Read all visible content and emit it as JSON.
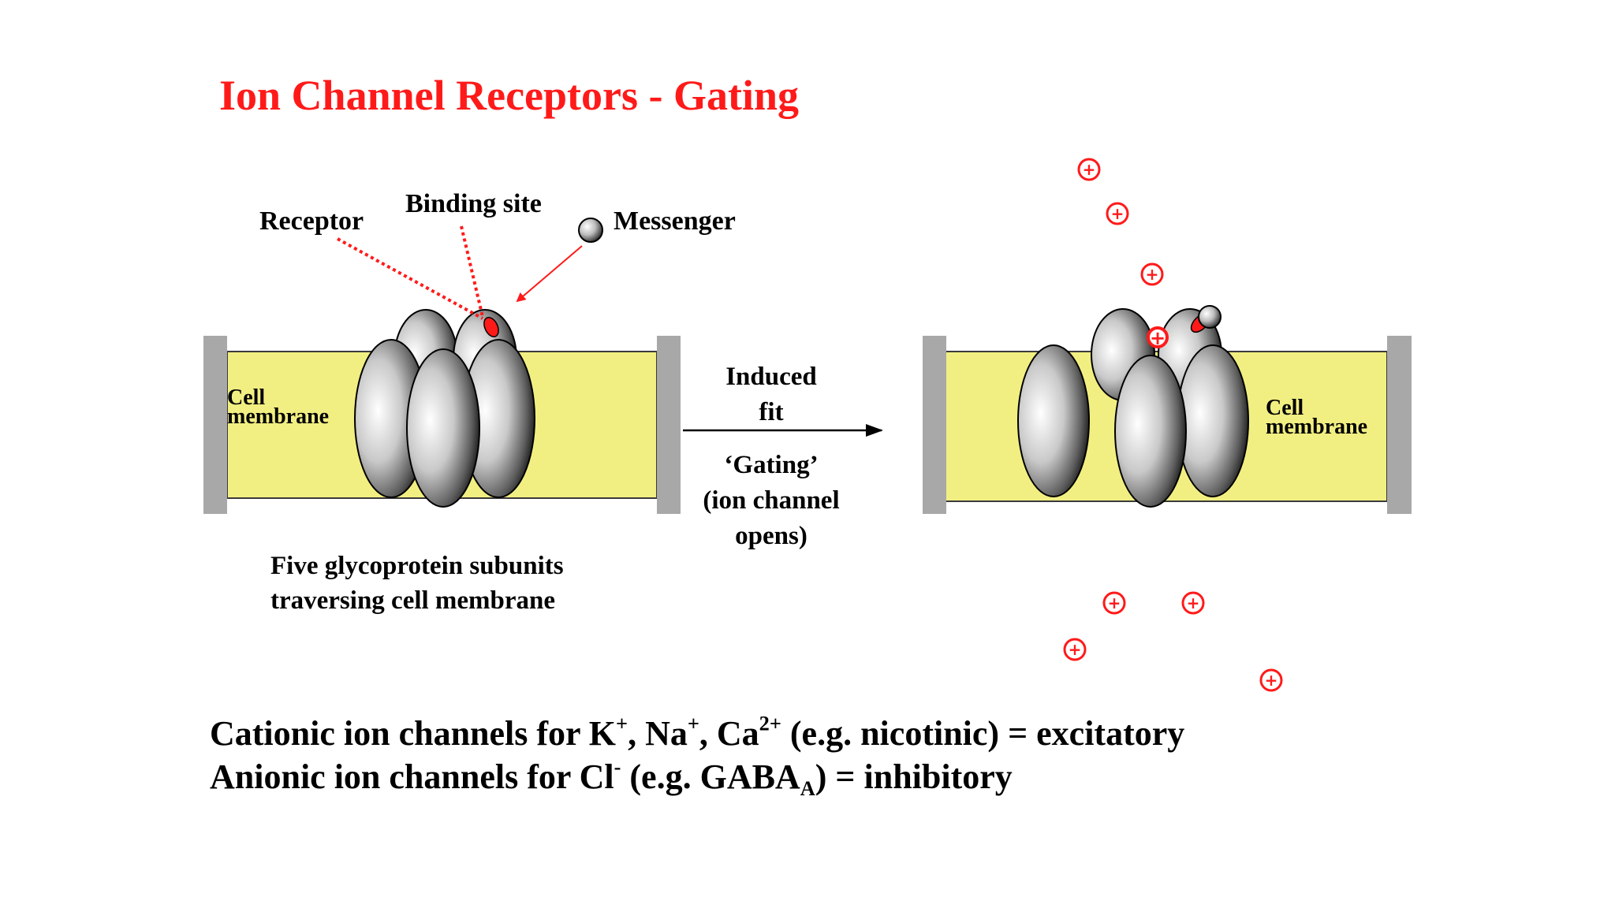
{
  "title": "Ion Channel Receptors - Gating",
  "left_panel": {
    "receptor_label": "Receptor",
    "binding_site_label": "Binding site",
    "messenger_label": "Messenger",
    "membrane_label_line1": "Cell",
    "membrane_label_line2": "membrane",
    "caption_line1": "Five glycoprotein subunits",
    "caption_line2": "traversing cell membrane"
  },
  "transition": {
    "line1": "Induced",
    "line2": "fit",
    "line3": "‘Gating’",
    "line4": "(ion channel",
    "line5": "opens)"
  },
  "right_panel": {
    "membrane_label_line1": "Cell",
    "membrane_label_line2": "membrane"
  },
  "notes": {
    "cationic": {
      "prefix": "Cationic ion channels for K",
      "k_sup": "+",
      "na": ", Na",
      "na_sup": "+",
      "ca": ", Ca",
      "ca_sup": "2+",
      "suffix": " (e.g. nicotinic) = excitatory"
    },
    "anionic": {
      "prefix": "Anionic ion channels for Cl",
      "cl_sup": "-",
      "mid": " (e.g. GABA",
      "gaba_sub": "A",
      "suffix": ") = inhibitory"
    }
  },
  "colors": {
    "title": "#ff1a1a",
    "membrane_fill": "#f2ef82",
    "membrane_edge": "#a8a8a8",
    "binding_site": "#ff1a1a",
    "ion": "#ff1a1a"
  }
}
